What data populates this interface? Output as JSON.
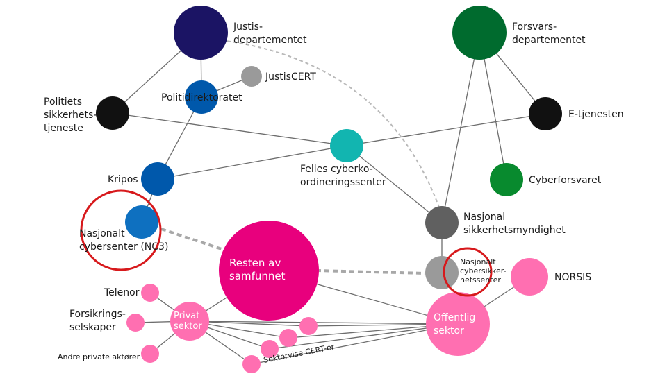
{
  "colors": {
    "navy": "#1b1464",
    "dark_green": "#006b2e",
    "green": "#088a2e",
    "blue": "#0058ab",
    "light_blue": "#0e70c0",
    "black": "#111111",
    "dark_gray": "#606060",
    "gray": "#9a9a9a",
    "teal": "#12b5b0",
    "magenta": "#e8007d",
    "pink": "#ff6fb1",
    "highlight": "#d7191c"
  },
  "nodes": {
    "justisdepartementet": {
      "line1": "Justis-",
      "line2": "departementet"
    },
    "forsvarsdepartementet": {
      "line1": "Forsvars-",
      "line2": "departementet"
    },
    "justiscert": {
      "label": "JustisCERT"
    },
    "politidirektoratet": {
      "label": "Politidirektoratet"
    },
    "pst": {
      "line1": "Politiets",
      "line2": "sikkerhets-",
      "line3": "tjeneste"
    },
    "e_tjenesten": {
      "label": "E-tjenesten"
    },
    "felles": {
      "line1": "Felles cyberko-",
      "line2": "ordineringssenter"
    },
    "cyberforsvaret": {
      "label": "Cyberforsvaret"
    },
    "kripos": {
      "label": "Kripos"
    },
    "nc3": {
      "line1": "Nasjonalt",
      "line2": "cybersenter (NC3)"
    },
    "nsm": {
      "line1": "Nasjonal",
      "line2": "sikkerhetsmyndighet"
    },
    "ncsc": {
      "line1": "Nasjonalt",
      "line2": "cybersikker-",
      "line3": "hetssenter"
    },
    "resten": {
      "line1": "Resten av",
      "line2": "samfunnet"
    },
    "norsis": {
      "label": "NORSIS"
    },
    "telenor": {
      "label": "Telenor"
    },
    "forsikring": {
      "line1": "Forsikrings-",
      "line2": "selskaper"
    },
    "privat": {
      "line1": "Privat",
      "line2": "sektor"
    },
    "offentlig": {
      "line1": "Offentlig",
      "line2": "sektor"
    },
    "andre": {
      "label": "Andre private aktører"
    },
    "sektorvise": {
      "label": "Sektorvise CERT-er"
    }
  }
}
